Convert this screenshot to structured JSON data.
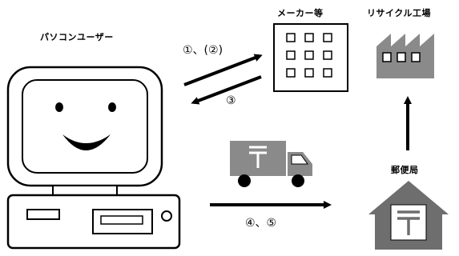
{
  "labels": {
    "pc_user": "パソコンユーザー",
    "maker": "メーカー等",
    "recycle_plant": "リサイクル工場",
    "post_office": "郵便局"
  },
  "steps": {
    "to_maker": "①、(②)",
    "from_maker": "③",
    "to_post": "④、⑤"
  },
  "icons": {
    "computer": "smiling-computer-icon",
    "truck": "postal-truck-icon",
    "building": "maker-building-icon",
    "factory": "recycle-factory-icon",
    "post_office": "post-office-icon"
  },
  "colors": {
    "gray": "#8a8a8a",
    "dark_gray": "#5a5a5a",
    "line": "#000000"
  }
}
